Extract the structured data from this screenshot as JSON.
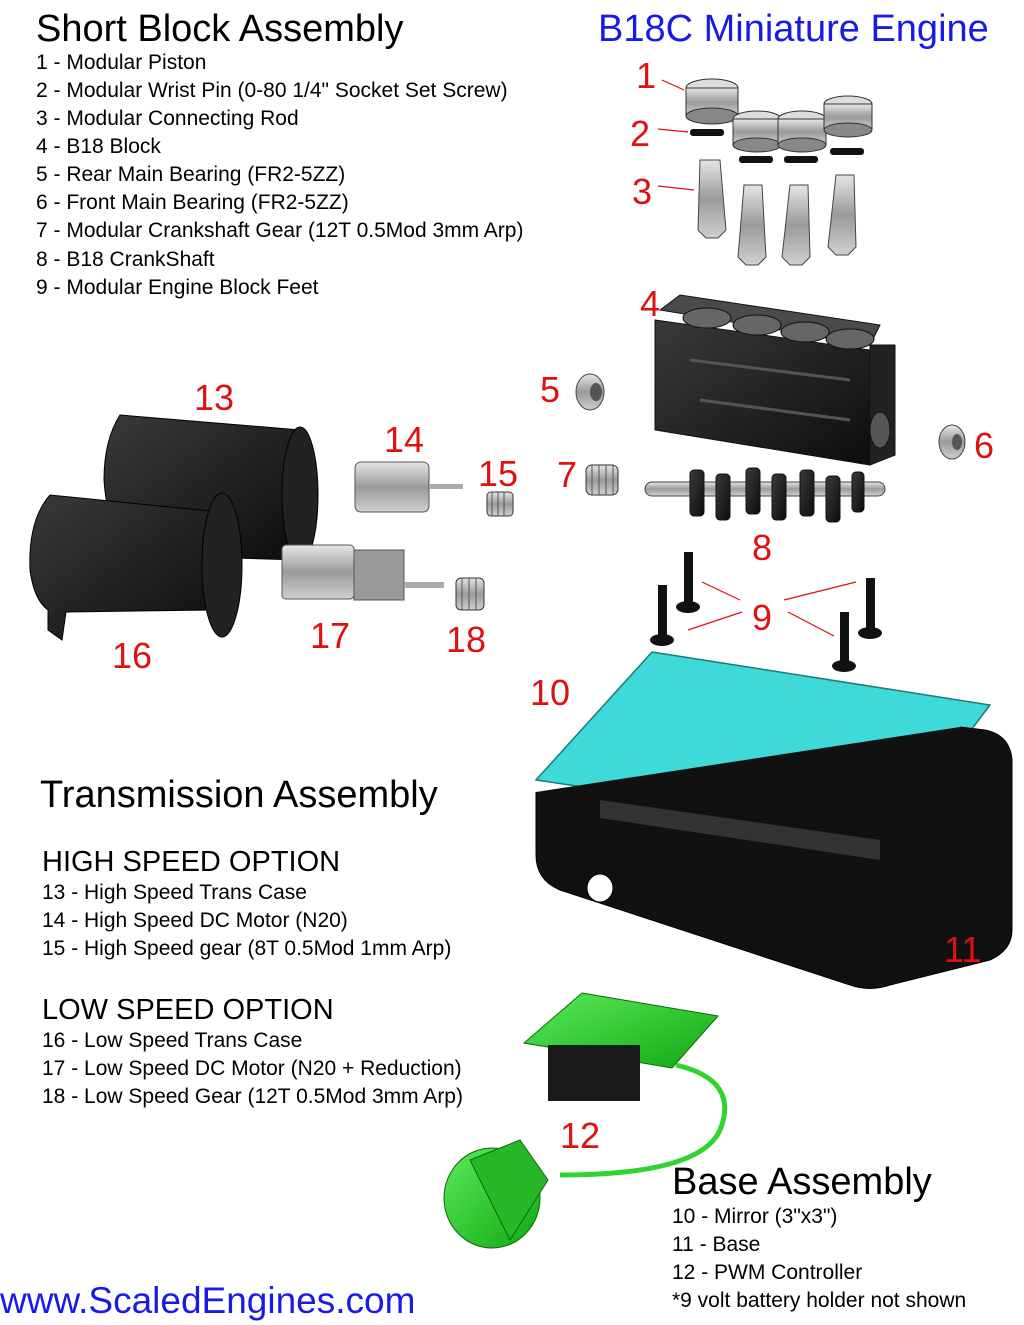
{
  "short_block": {
    "title": "Short Block Assembly",
    "items": [
      "1 - Modular Piston",
      "2 - Modular Wrist Pin (0-80 1/4\" Socket Set Screw)",
      "3 - Modular Connecting Rod",
      "4 - B18 Block",
      "5 - Rear Main Bearing (FR2-5ZZ)",
      "6 - Front Main Bearing (FR2-5ZZ)",
      "7 - Modular Crankshaft Gear (12T 0.5Mod 3mm Arp)",
      "8 - B18 CrankShaft",
      "9 - Modular Engine Block Feet"
    ]
  },
  "engine_title": "B18C Miniature Engine",
  "transmission": {
    "title": "Transmission Assembly",
    "high": {
      "title": "HIGH SPEED OPTION",
      "items": [
        "13 - High Speed Trans Case",
        "14 - High Speed DC Motor (N20)",
        "15 - High Speed gear (8T 0.5Mod 1mm Arp)"
      ]
    },
    "low": {
      "title": "LOW SPEED OPTION",
      "items": [
        "16 - Low Speed Trans Case",
        "17 - Low Speed DC Motor (N20 + Reduction)",
        "18 - Low Speed Gear (12T 0.5Mod 3mm Arp)"
      ]
    }
  },
  "base": {
    "title": "Base Assembly",
    "items": [
      "10 - Mirror (3\"x3\")",
      "11 - Base",
      "12 - PWM Controller",
      "*9 volt battery holder not shown"
    ]
  },
  "website": "www.ScaledEngines.com",
  "callouts": [
    "1",
    "2",
    "3",
    "4",
    "5",
    "6",
    "7",
    "8",
    "9",
    "10",
    "11",
    "12",
    "13",
    "14",
    "15",
    "16",
    "17",
    "18"
  ],
  "colors": {
    "title_blue": "#1a1ae6",
    "callout_red": "#e01010",
    "mirror_cyan": "#3fd9d9",
    "pwm_green": "#22c422",
    "part_black": "#1a1a1a",
    "part_grey": "#b8b8b8"
  }
}
